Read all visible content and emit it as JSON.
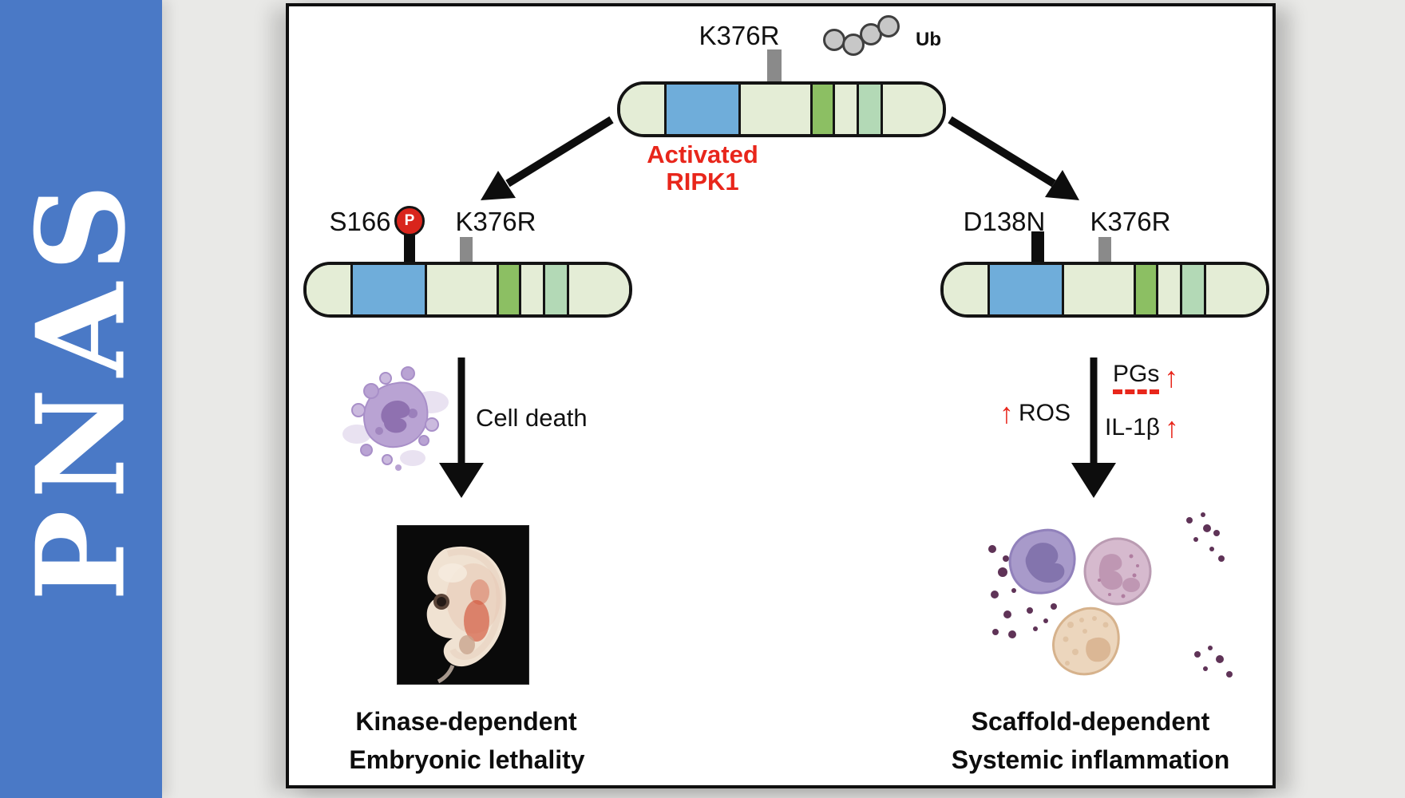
{
  "journal": {
    "logo_text": "PNAS",
    "brand_blue": "#4a79c6"
  },
  "figure": {
    "top_protein": {
      "mutation": "K376R",
      "ubiquitin_label": "Ub",
      "state_line1": "Activated",
      "state_line2": "RIPK1"
    },
    "left_protein": {
      "phospho_site": "S166",
      "phospho_badge": "P",
      "mutation": "K376R"
    },
    "right_protein": {
      "dead_site": "D138N",
      "mutation": "K376R"
    },
    "left_branch": {
      "process": "Cell death",
      "outcome_line1": "Kinase-dependent",
      "outcome_line2": "Embryonic lethality"
    },
    "right_branch": {
      "up_arrow": "↑",
      "ros": "ROS",
      "pgs": "PGs",
      "il1b": "IL-1β",
      "outcome_line1": "Scaffold-dependent",
      "outcome_line2": "Systemic inflammation"
    },
    "colors": {
      "domain_pale_green": "#e4edd6",
      "domain_blue": "#6fadda",
      "domain_green": "#8cbf63",
      "domain_light_green": "#b3d9b6",
      "tick_gray": "#8a8a8a",
      "phospho_red": "#d9251c",
      "accent_red": "#e8261b",
      "panel_border": "#0f0f0f"
    }
  }
}
